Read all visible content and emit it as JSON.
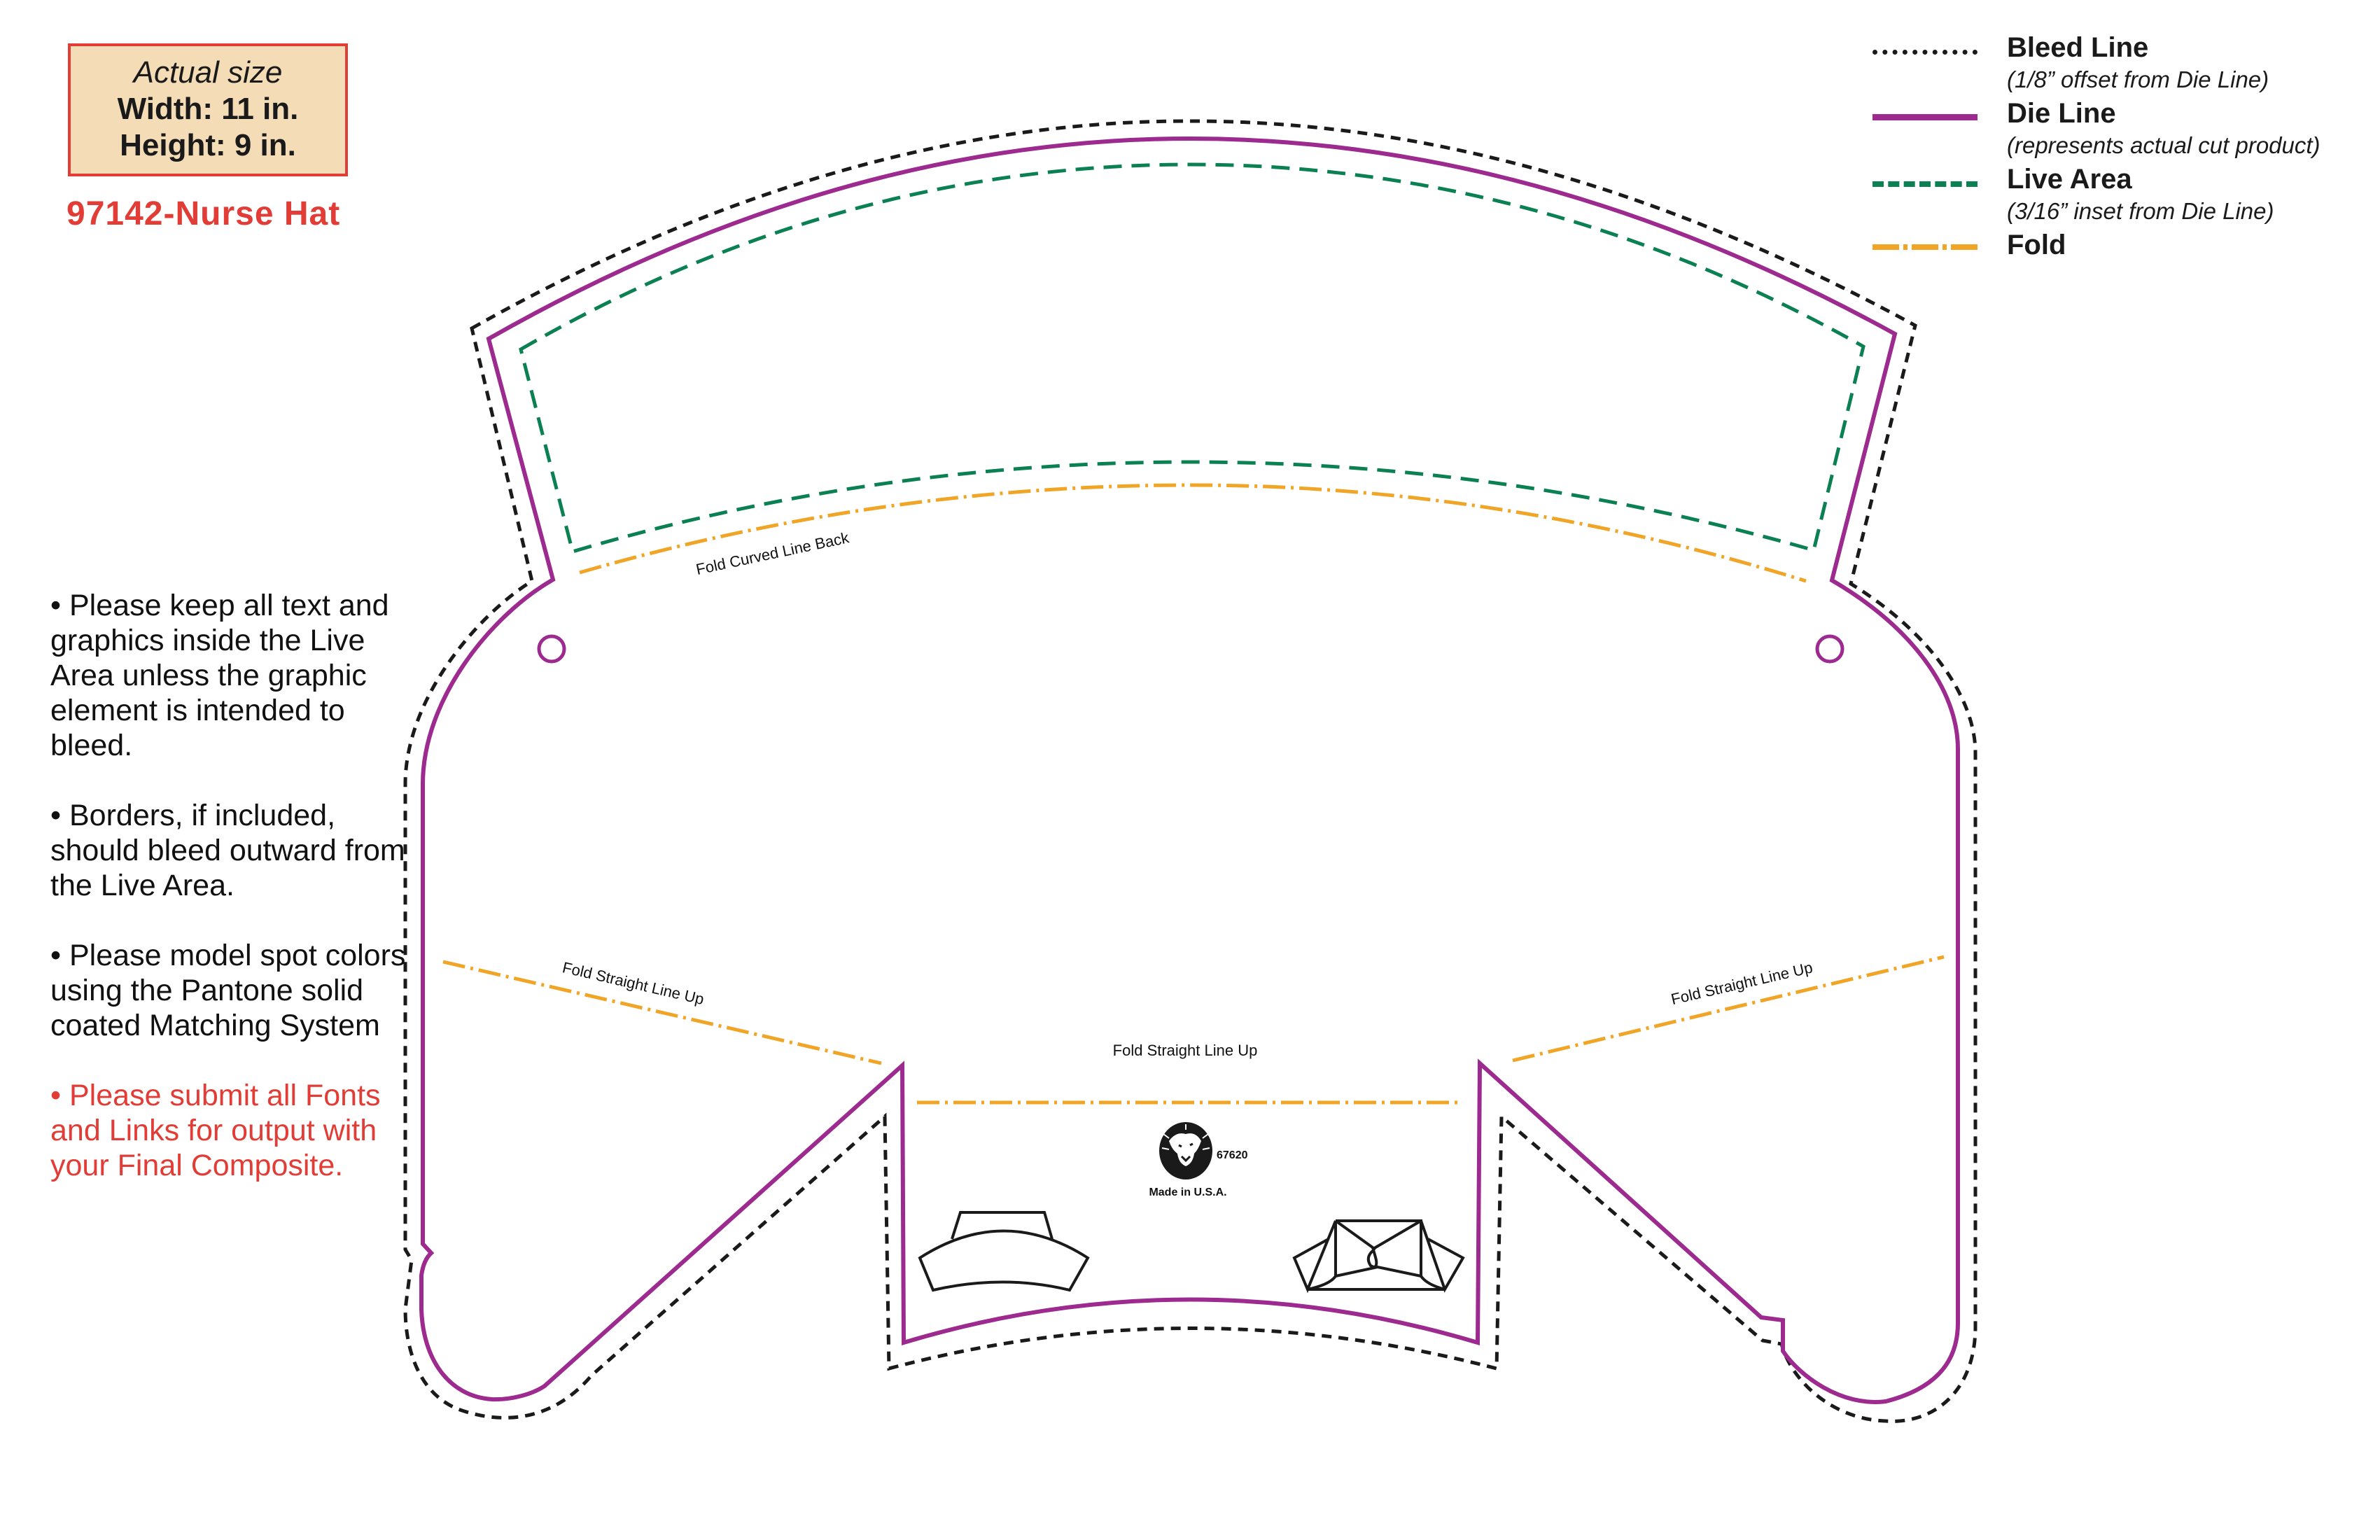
{
  "size_box": {
    "heading": "Actual size",
    "width": "Width: 11 in.",
    "height": "Height: 9 in."
  },
  "product_title": "97142-Nurse Hat",
  "legend": [
    {
      "label": "Bleed Line",
      "note": "(1/8” offset from Die Line)",
      "style": "dotted",
      "color": "#1a1a1a"
    },
    {
      "label": "Die Line",
      "note": "(represents actual cut product)",
      "style": "solid",
      "color": "#9c2a8f"
    },
    {
      "label": "Live Area",
      "note": "(3/16” inset from Die Line)",
      "style": "dashed",
      "color": "#0b8052"
    },
    {
      "label": "Fold",
      "note": "",
      "style": "dash-dot",
      "color": "#f0a526"
    }
  ],
  "notes": [
    {
      "text": "• Please keep all text and graphics inside the Live Area unless the graphic element is intended to bleed.",
      "color": "#111111"
    },
    {
      "text": "• Borders, if included, should bleed outward from the Live Area.",
      "color": "#111111"
    },
    {
      "text": "• Please model spot colors using the Pantone solid coated Matching System",
      "color": "#111111"
    },
    {
      "text": "•  Please submit all Fonts and Links for output with your Final Composite.",
      "color": "#e23c36"
    }
  ],
  "diagram": {
    "fold_labels": {
      "curved_back": "Fold Curved Line Back",
      "straight_left": "Fold Straight Line Up",
      "straight_center": "Fold Straight Line Up",
      "straight_right": "Fold Straight Line Up"
    },
    "logo_code": "67620",
    "made_in": "Made in U.S.A.",
    "icons": [
      "lion-logo-icon",
      "nurse-hat-front-icon",
      "nurse-hat-back-icon"
    ]
  },
  "colors": {
    "bleed": "#1a1a1a",
    "die": "#9c2a8f",
    "live": "#0b8052",
    "fold": "#f0a526",
    "accent_red": "#e23c36",
    "size_box_bg": "#f3dcb6"
  }
}
